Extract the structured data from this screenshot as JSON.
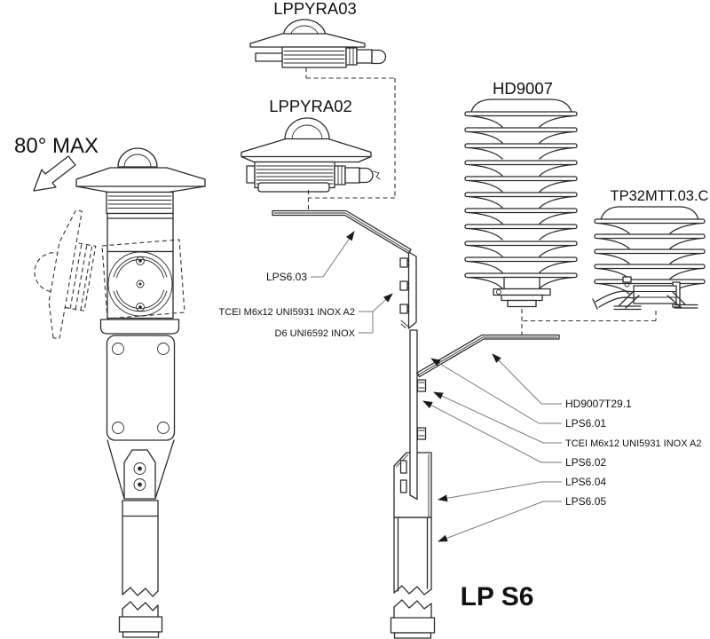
{
  "diagram": {
    "product_title": "LP S6",
    "tilt_note": "80° MAX",
    "sensors": {
      "lppyra03": "LPPYRA03",
      "lppyra02": "LPPYRA02",
      "hd9007": "HD9007",
      "tp32mtt": "TP32MTT.03.C"
    },
    "left_callouts": [
      {
        "label": "LPS6.03"
      },
      {
        "label": "TCEI M6x12 UNI5931 INOX A2"
      },
      {
        "label": "D6 UNI6592 INOX"
      }
    ],
    "right_callouts": [
      {
        "label": "HD9007T29.1"
      },
      {
        "label": "LPS6.01"
      },
      {
        "label": "TCEI M6x12 UNI5931 INOX A2"
      },
      {
        "label": "LPS6.02"
      },
      {
        "label": "LPS6.04"
      },
      {
        "label": "LPS6.05"
      }
    ],
    "colors": {
      "line": "#2b2b2b",
      "leader": "#7a7a7a",
      "text": "#111111",
      "background": "#ffffff"
    }
  }
}
